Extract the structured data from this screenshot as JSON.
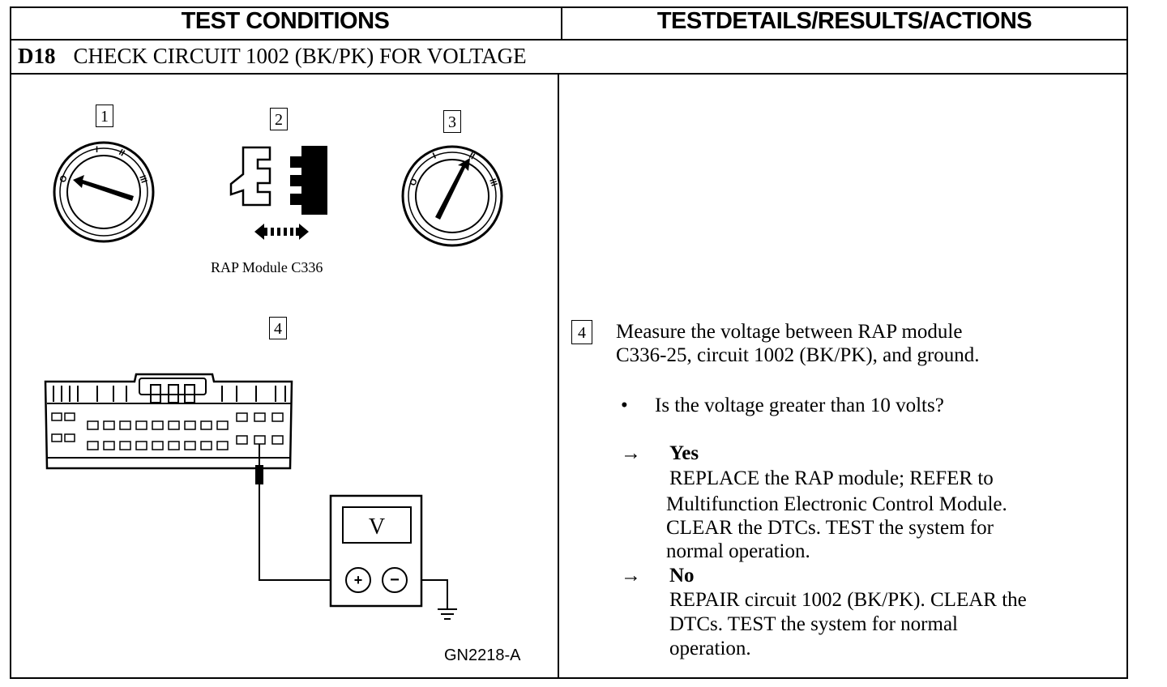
{
  "header": {
    "left": "TEST CONDITIONS",
    "right": "TESTDETAILS/RESULTS/ACTIONS"
  },
  "step": {
    "id": "D18",
    "title": "CHECK CIRCUIT 1002 (BK/PK) FOR VOLTAGE"
  },
  "figure": {
    "labels": [
      "1",
      "2",
      "3",
      "4"
    ],
    "dial_marks": [
      "O",
      "I",
      "II",
      "III"
    ],
    "connector_caption": "RAP Module C336",
    "meter_label": "V",
    "plus": "+",
    "minus": "−",
    "figure_id": "GN2218-A"
  },
  "details": {
    "step_number": "4",
    "instruction_line1": "Measure the voltage between RAP module",
    "instruction_line2": "C336-25, circuit 1002 (BK/PK), and ground.",
    "bullet": "•",
    "question": "Is the voltage greater than 10 volts?",
    "arrow": "→",
    "yes": {
      "label": "Yes",
      "line1": "REPLACE the RAP module; REFER to",
      "line2": "Multifunction Electronic Control Module.",
      "line3": "CLEAR the DTCs. TEST the system for",
      "line4": "normal  operation."
    },
    "no": {
      "label": "No",
      "line1": "REPAIR circuit 1002 (BK/PK). CLEAR the",
      "line2": "DTCs. TEST the system for normal",
      "line3": "operation."
    }
  }
}
